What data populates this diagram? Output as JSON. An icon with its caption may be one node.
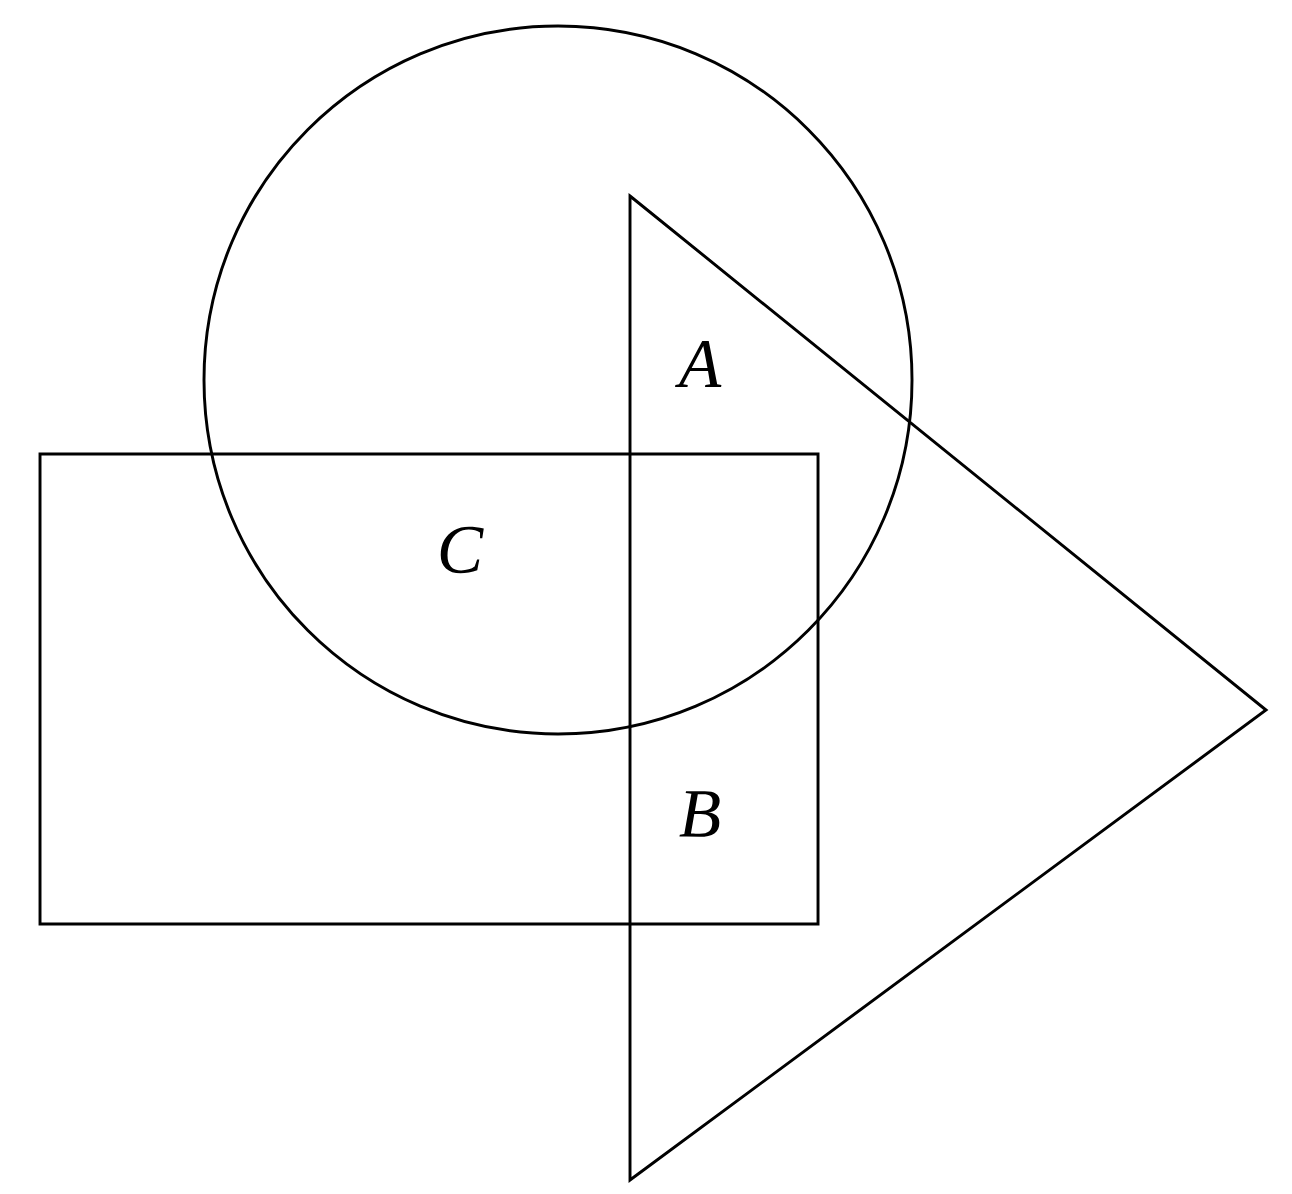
{
  "diagram": {
    "nodes": [
      {
        "text": [],
        "shape": "box"
      },
      {
        "text": [],
        "shape": "circle"
      },
      {
        "text": [],
        "shape": "triangle"
      }
    ],
    "labels": [
      "A",
      "C",
      "B"
    ]
  }
}
